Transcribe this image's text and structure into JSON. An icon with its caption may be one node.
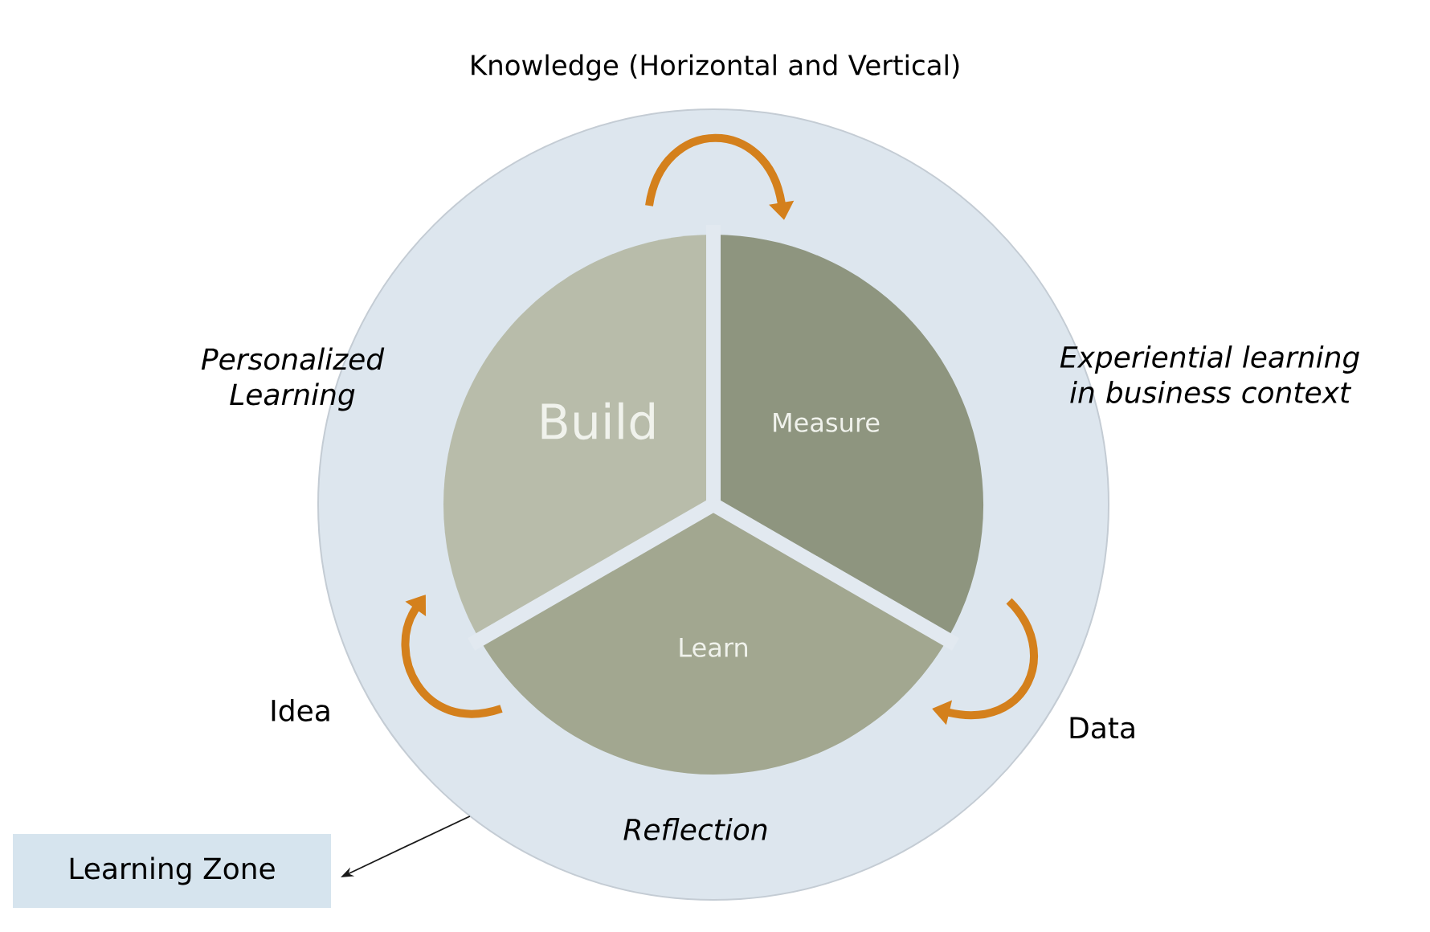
{
  "diagram": {
    "nodes": [
      {
        "text": [
          "Reflection"
        ]
      },
      {
        "text": [
          "Build"
        ],
        "in": 0
      },
      {
        "text": [
          "Measure"
        ],
        "in": 0
      },
      {
        "text": [
          "Learn"
        ],
        "in": 0
      },
      {
        "text": [
          "Learning Zone"
        ]
      }
    ],
    "edges": [
      {
        "from": 1,
        "to": 2,
        "arrow": "to"
      },
      {
        "from": 2,
        "to": 3,
        "arrow": "to"
      },
      {
        "from": 3,
        "to": 1,
        "arrow": "to"
      },
      {
        "from": 0,
        "to": 4,
        "arrow": "to",
        "color": "#1a1a1a"
      }
    ],
    "labels": [
      "Knowledge (Horizontal and Vertical)",
      "Personalized Learning",
      "Experiential learning in business context",
      "Idea",
      "Data"
    ]
  }
}
